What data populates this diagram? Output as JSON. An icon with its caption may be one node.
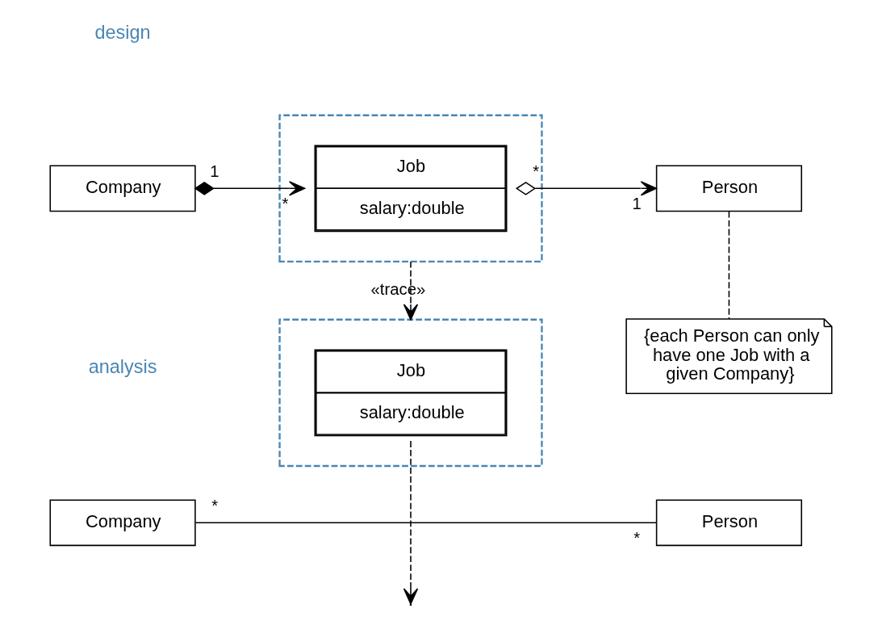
{
  "diagram": {
    "nodes": [
      {
        "text": [
          "Company"
        ]
      },
      {
        "text": [
          "Person"
        ]
      },
      {
        "text": [],
        "shape": "box"
      },
      {
        "text": [
          "Job",
          "salary:double"
        ],
        "in": 2
      },
      {
        "text": [
          "Company"
        ]
      },
      {
        "text": [],
        "shape": "box"
      },
      {
        "text": [
          "Job",
          "salary:double"
        ],
        "in": 5
      },
      {
        "text": [
          "Person"
        ]
      },
      {
        "text": [
          "{each Person can only have one Job with a given Company}"
        ]
      }
    ],
    "edges": [
      {
        "from": 0,
        "to": 1,
        "arrow": "none"
      },
      {
        "from": 3,
        "to": null,
        "arrow": "to",
        "style": "dashed"
      },
      {
        "from": 5,
        "to": 2,
        "arrow": "to",
        "style": "dashed",
        "label": "«trace»"
      },
      {
        "from": 4,
        "to": 6,
        "arrow": "to"
      },
      {
        "from": 6,
        "to": 7,
        "arrow": "to"
      },
      {
        "from": 7,
        "to": 8,
        "arrow": "none",
        "style": "dashed"
      }
    ],
    "labels": [
      "*",
      "*",
      "analysis",
      "1",
      "*",
      "*",
      "1",
      "design"
    ]
  }
}
